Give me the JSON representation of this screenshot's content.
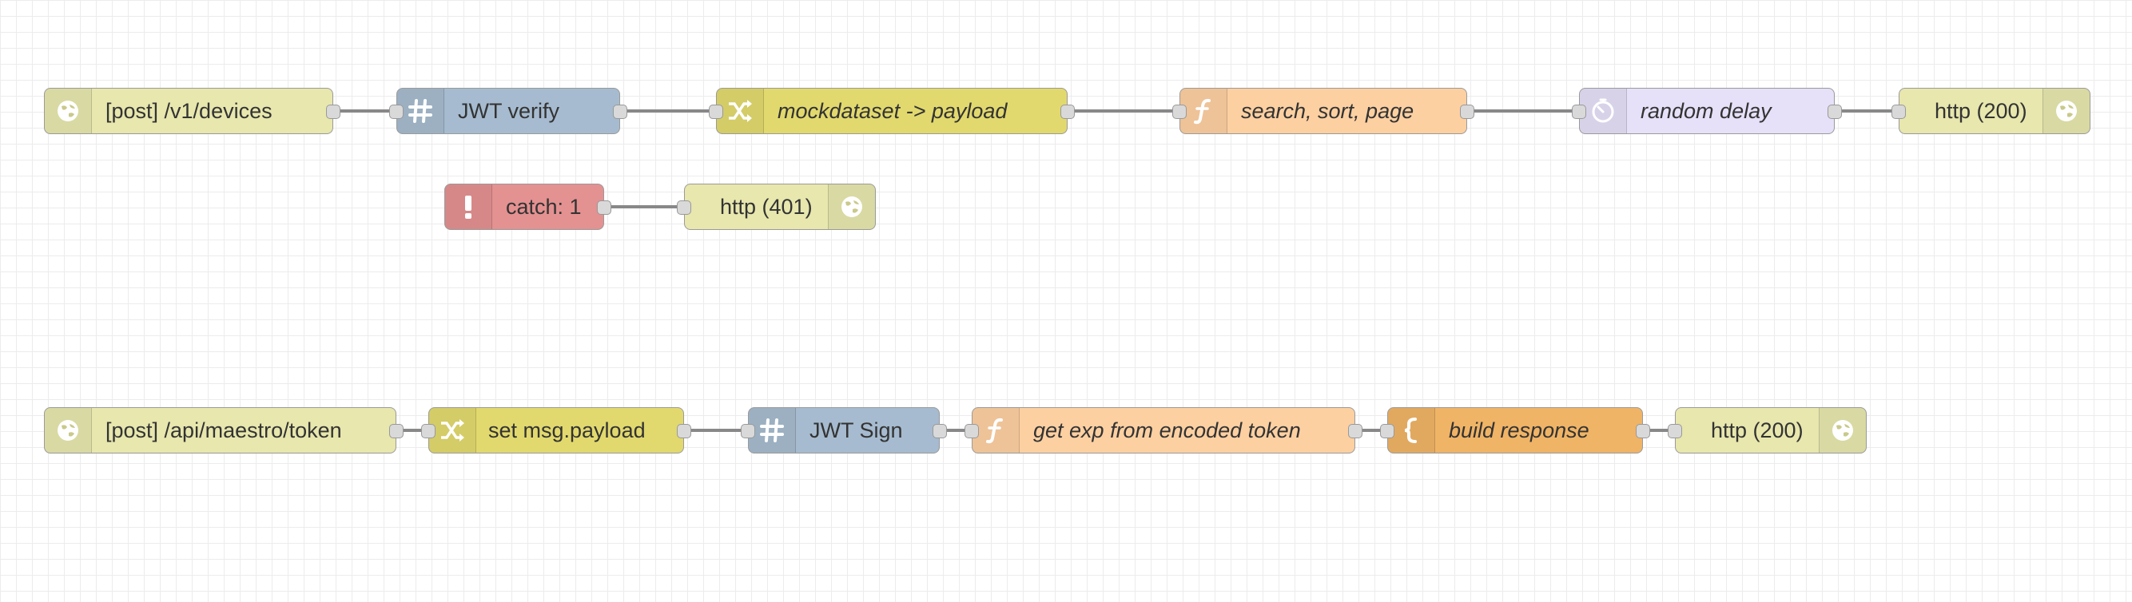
{
  "flow": {
    "nodes": [
      {
        "id": "n1",
        "type": "http-in",
        "label": "[post] /v1/devices",
        "color": "#e7e7ae",
        "icon": "globe-icon"
      },
      {
        "id": "n2",
        "type": "jwt-verify",
        "label": "JWT verify",
        "color": "#a6bbcf",
        "icon": "hash-icon"
      },
      {
        "id": "n3",
        "type": "change",
        "label": "mockdataset -> payload",
        "color": "#e2d96e",
        "icon": "shuffle-icon",
        "italic": true
      },
      {
        "id": "n4",
        "type": "function",
        "label": "search, sort, page",
        "color": "#fdd0a2",
        "icon": "function-icon",
        "italic": true
      },
      {
        "id": "n5",
        "type": "delay",
        "label": "random delay",
        "color": "#e6e0f8",
        "icon": "timer-icon",
        "italic": true
      },
      {
        "id": "n6",
        "type": "http-response",
        "label": "http (200)",
        "color": "#e7e7ae",
        "icon": "globe-icon"
      },
      {
        "id": "n7",
        "type": "catch",
        "label": "catch: 1",
        "color": "#e49191",
        "icon": "alert-icon"
      },
      {
        "id": "n8",
        "type": "http-response",
        "label": "http (401)",
        "color": "#e7e7ae",
        "icon": "globe-icon"
      },
      {
        "id": "n9",
        "type": "http-in",
        "label": "[post] /api/maestro/token",
        "color": "#e7e7ae",
        "icon": "globe-icon"
      },
      {
        "id": "n10",
        "type": "change",
        "label": "set msg.payload",
        "color": "#e2d96e",
        "icon": "shuffle-icon"
      },
      {
        "id": "n11",
        "type": "jwt-sign",
        "label": "JWT Sign",
        "color": "#a6bbcf",
        "icon": "hash-icon"
      },
      {
        "id": "n12",
        "type": "function",
        "label": "get exp from encoded token",
        "color": "#fdd0a2",
        "icon": "function-icon",
        "italic": true
      },
      {
        "id": "n13",
        "type": "template",
        "label": "build response",
        "color": "#f0b466",
        "icon": "brace-icon",
        "italic": true
      },
      {
        "id": "n14",
        "type": "http-response",
        "label": "http (200)",
        "color": "#e7e7ae",
        "icon": "globe-icon"
      }
    ]
  },
  "colors": {
    "wire": "#888888",
    "port": "#d9d9d9",
    "grid": "#ececec"
  }
}
